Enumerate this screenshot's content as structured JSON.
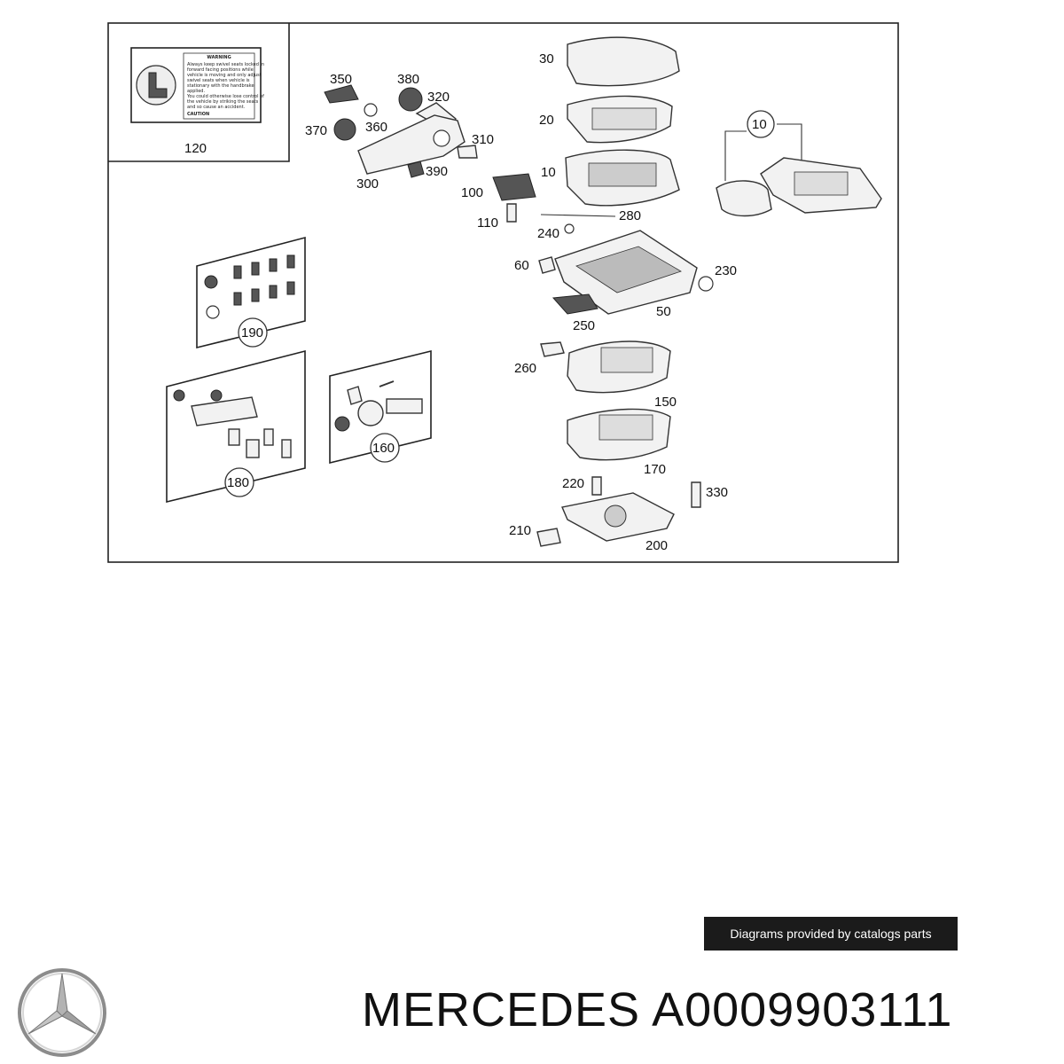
{
  "warning": {
    "title": "WARNING",
    "lines": [
      "Always keep swivel seats locked in",
      "forward facing positions while",
      "vehicle is moving and only adjust",
      "swivel seats when vehicle is",
      "stationary with the handbrake",
      "applied.",
      "You could otherwise lose control of",
      "the vehicle by striking the seats",
      "and so cause an accident."
    ],
    "footer": "CAUTION"
  },
  "parts": {
    "p10": "10",
    "p10b": "10",
    "p20": "20",
    "p30": "30",
    "p50": "50",
    "p60": "60",
    "p100": "100",
    "p110": "110",
    "p120": "120",
    "p150": "150",
    "p160": "160",
    "p170": "170",
    "p180": "180",
    "p190": "190",
    "p200": "200",
    "p210": "210",
    "p220": "220",
    "p230": "230",
    "p240": "240",
    "p250": "250",
    "p260": "260",
    "p280": "280",
    "p300": "300",
    "p310": "310",
    "p320": "320",
    "p330": "330",
    "p350": "350",
    "p360": "360",
    "p370": "370",
    "p380": "380",
    "p390": "390"
  },
  "credit": "Diagrams provided by catalogs parts",
  "brand": "MERCEDES A0009903111",
  "icons": {
    "logo": "mercedes-star-icon"
  }
}
